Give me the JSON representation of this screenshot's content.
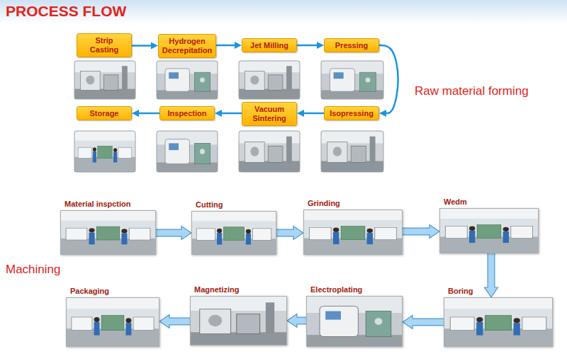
{
  "diagram": {
    "title": "PROCESS FLOW",
    "nodes": [
      {
        "text": [
          "Strip Casting"
        ]
      },
      {
        "text": [
          "Hydrogen Decrepitation"
        ]
      },
      {
        "text": [
          "Jet Milling"
        ]
      },
      {
        "text": [
          "Pressing"
        ]
      },
      {
        "text": [
          "Isopressing"
        ]
      },
      {
        "text": [
          "Vacuum Sintering"
        ]
      },
      {
        "text": [
          "Inspection"
        ]
      },
      {
        "text": [
          "Storage"
        ]
      },
      {
        "text": [
          "Material inspction"
        ]
      },
      {
        "text": [
          "Cutting"
        ]
      },
      {
        "text": [
          "Grinding"
        ]
      },
      {
        "text": [
          "Wedm"
        ]
      },
      {
        "text": [
          "Boring"
        ]
      },
      {
        "text": [
          "Electroplating"
        ]
      },
      {
        "text": [
          "Magnetizing"
        ]
      },
      {
        "text": [
          "Packaging"
        ]
      }
    ],
    "edges": [
      {
        "from": 0,
        "to": 1,
        "arrow": "to"
      },
      {
        "from": 1,
        "to": 2,
        "arrow": "to"
      },
      {
        "from": 2,
        "to": 3,
        "arrow": "to"
      },
      {
        "from": 3,
        "to": 4,
        "arrow": "to"
      },
      {
        "from": 4,
        "to": 5,
        "arrow": "to"
      },
      {
        "from": 5,
        "to": 6,
        "arrow": "to"
      },
      {
        "from": 6,
        "to": 7,
        "arrow": "to"
      },
      {
        "from": 8,
        "to": 9,
        "arrow": "to"
      },
      {
        "from": 9,
        "to": 10,
        "arrow": "to"
      },
      {
        "from": 10,
        "to": 11,
        "arrow": "to"
      },
      {
        "from": 11,
        "to": 12,
        "arrow": "to"
      },
      {
        "from": 12,
        "to": 13,
        "arrow": "to"
      },
      {
        "from": 13,
        "to": 14,
        "arrow": "to"
      },
      {
        "from": 14,
        "to": 15,
        "arrow": "to"
      }
    ],
    "labels": [
      "Raw material forming",
      "Machining"
    ]
  }
}
